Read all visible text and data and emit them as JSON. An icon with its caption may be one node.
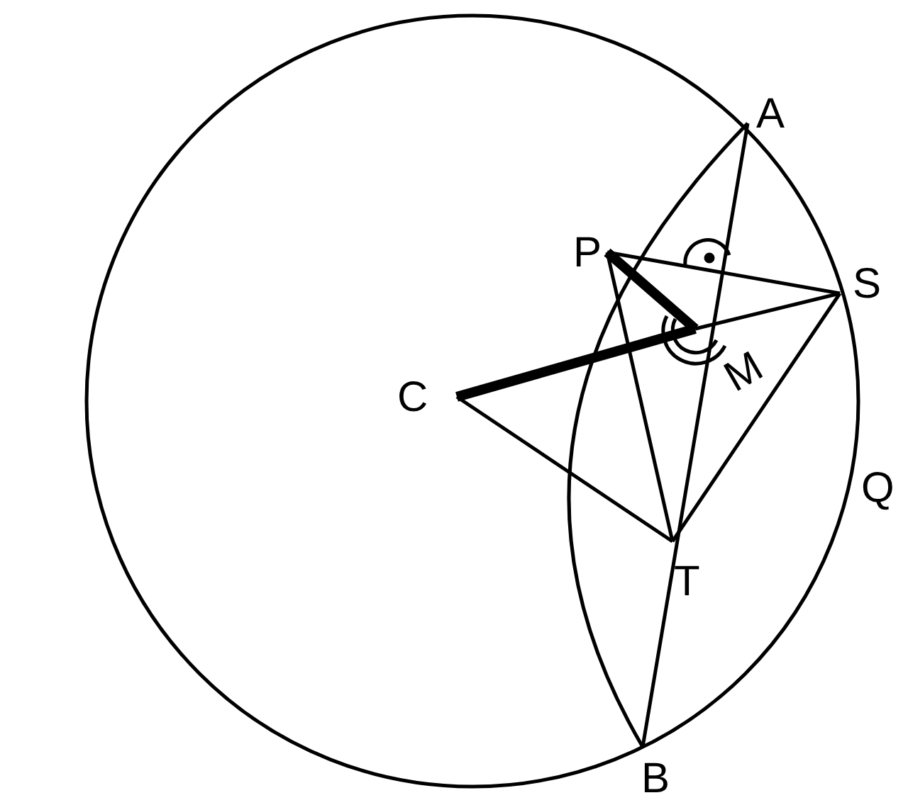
{
  "diagram": {
    "labels": [
      "A",
      "P",
      "S",
      "C",
      "M",
      "Q",
      "T",
      "B"
    ]
  }
}
